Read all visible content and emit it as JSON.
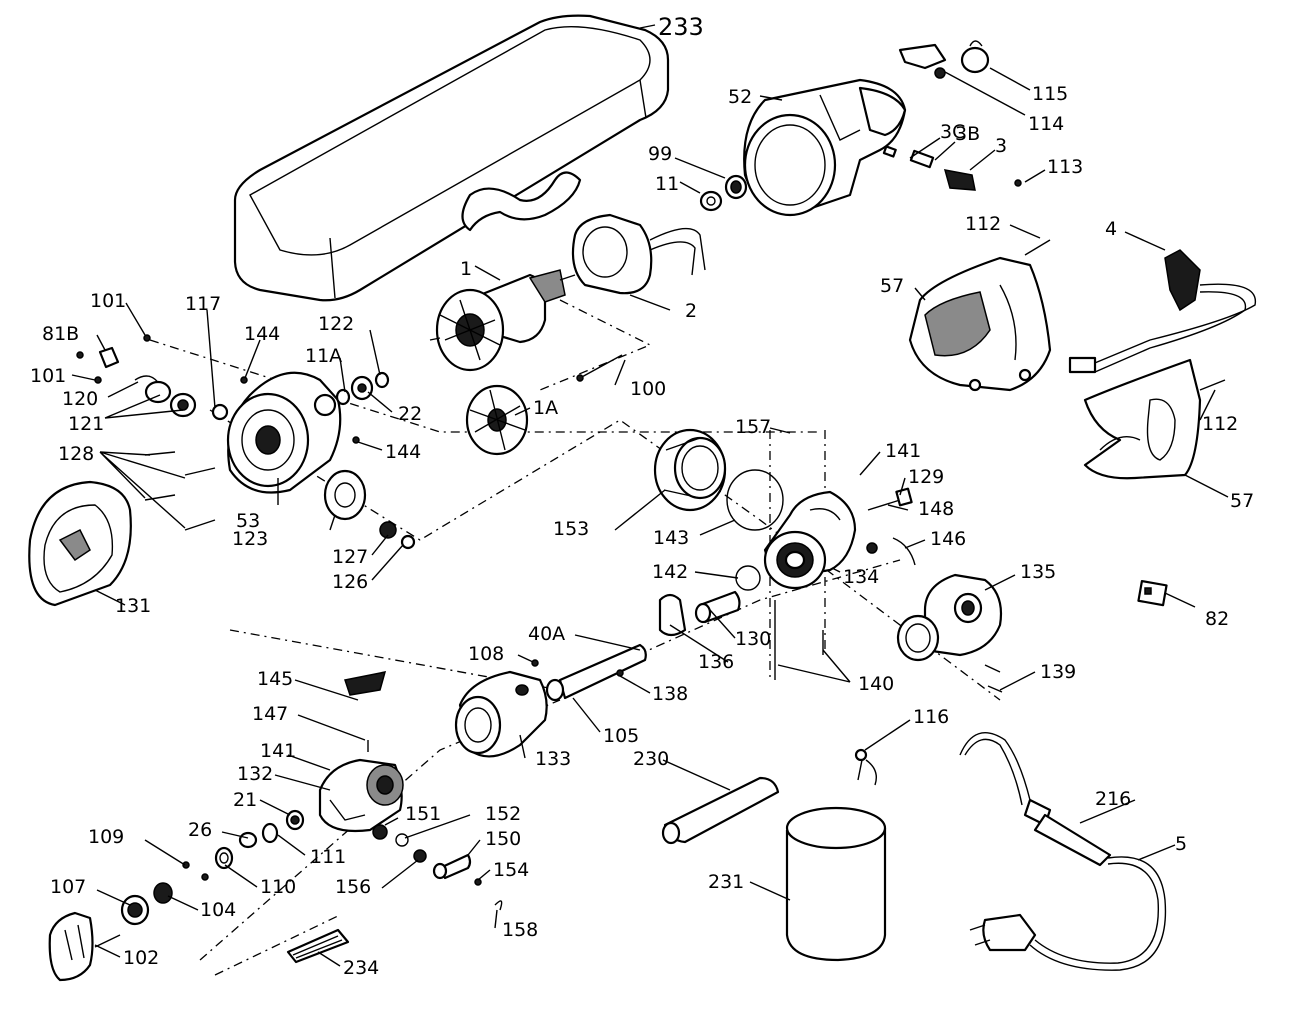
{
  "diagram": {
    "labels": {
      "l233": "233",
      "l115": "115",
      "l114": "114",
      "l52": "52",
      "l3C": "3C",
      "l3B": "3B",
      "l3": "3",
      "l113": "113",
      "l99": "99",
      "l11": "11",
      "l112a": "112",
      "l4": "4",
      "l57a": "57",
      "l1": "1",
      "l2": "2",
      "l101a": "101",
      "l117": "117",
      "l144a": "144",
      "l122": "122",
      "l81B": "81B",
      "l11A": "11A",
      "l101b": "101",
      "l120": "120",
      "l22": "22",
      "l100": "100",
      "l121": "121",
      "l1A": "1A",
      "l112b": "112",
      "l128": "128",
      "l144b": "144",
      "l157": "157",
      "l141a": "141",
      "l129": "129",
      "l57b": "57",
      "l53": "53",
      "l123": "123",
      "l153": "153",
      "l143": "143",
      "l148": "148",
      "l146": "146",
      "l127": "127",
      "l134": "134",
      "l135": "135",
      "l126": "126",
      "l142": "142",
      "l131": "131",
      "l82": "82",
      "l40A": "40A",
      "l130": "130",
      "l136": "136",
      "l108": "108",
      "l138": "138",
      "l140": "140",
      "l139": "139",
      "l145": "145",
      "l147": "147",
      "l105": "105",
      "l116": "116",
      "l141b": "141",
      "l133": "133",
      "l230": "230",
      "l132": "132",
      "l21": "21",
      "l151": "151",
      "l152": "152",
      "l26": "26",
      "l216": "216",
      "l111": "111",
      "l109": "109",
      "l150": "150",
      "l5": "5",
      "l156": "156",
      "l154": "154",
      "l110": "110",
      "l107": "107",
      "l104": "104",
      "l231": "231",
      "l158": "158",
      "l102": "102",
      "l234": "234"
    }
  }
}
